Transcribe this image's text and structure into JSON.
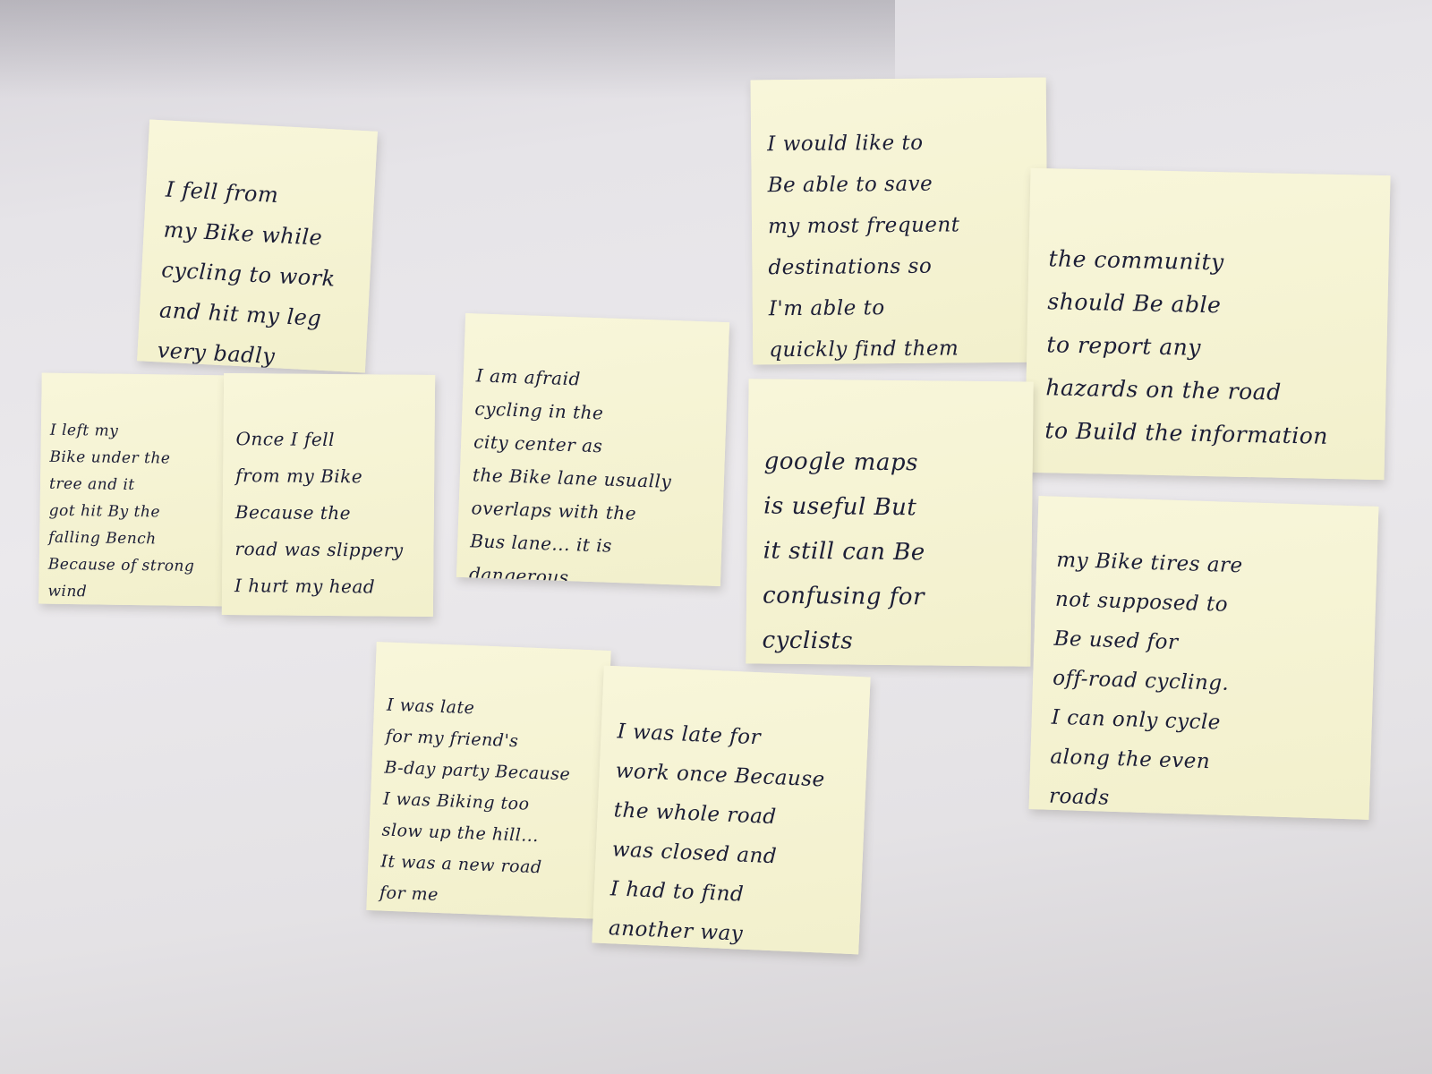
{
  "notes": [
    {
      "id": "fell-leg",
      "text": "I fell from\nmy Bike while\ncycling to work\nand hit my leg\nvery badly"
    },
    {
      "id": "left-bike-tree",
      "text": "I left my\nBike under the\ntree and it\ngot hit By the\nfalling Bench\nBecause of strong\nwind"
    },
    {
      "id": "fell-slippery",
      "text": "Once I fell\nfrom my Bike\nBecause the\nroad was slippery\nI hurt my head"
    },
    {
      "id": "afraid-city",
      "text": "I am afraid\ncycling in the\ncity center as\nthe Bike lane usually\noverlaps with the\nBus lane... it is\ndangerous"
    },
    {
      "id": "save-destinations",
      "text": "I would like to\nBe able to save\nmy most frequent\ndestinations so\nI'm able to\nquickly find them"
    },
    {
      "id": "community-report",
      "text": "the community\nshould Be able\nto report any\nhazards on the road\nto Build the information"
    },
    {
      "id": "google-maps",
      "text": "google maps\nis useful But\nit still can Be\nconfusing for\ncyclists"
    },
    {
      "id": "bike-tires",
      "text": "my Bike tires are\nnot supposed to\nBe used for\noff-road cycling.\nI can only cycle\nalong the even\nroads"
    },
    {
      "id": "late-party",
      "text": "I was late\nfor my friend's\nB-day party Because\nI was Biking too\nslow up the hill...\nIt was a new road\nfor me"
    },
    {
      "id": "late-work",
      "text": "I was late for\nwork once Because\nthe whole road\nwas closed and\nI had to find\nanother way"
    }
  ]
}
